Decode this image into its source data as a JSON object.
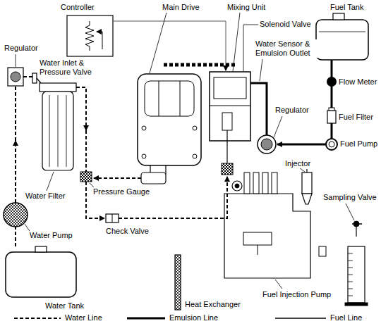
{
  "diagram": {
    "labels": [
      "Controller",
      "Main Drive",
      "Mixing Unit",
      "Fuel Tank",
      "Solenoid Valve",
      "Regulator",
      "Water Inlet & Pressure Valve",
      "Water Sensor & Emulsion Outlet",
      "Flow Meter",
      "Regulator",
      "Fuel Filter",
      "Fuel Pump",
      "Injector",
      "Water Filter",
      "Sampling Valve",
      "Water Pump",
      "Check Valve",
      "Pressure Gauge",
      "Water Tank",
      "Heat Exchanger",
      "Fuel Injection Pump"
    ],
    "legend": [
      {
        "text": "Water Line"
      },
      {
        "text": "Emulsion Line"
      },
      {
        "text": "Fuel Line"
      }
    ]
  }
}
